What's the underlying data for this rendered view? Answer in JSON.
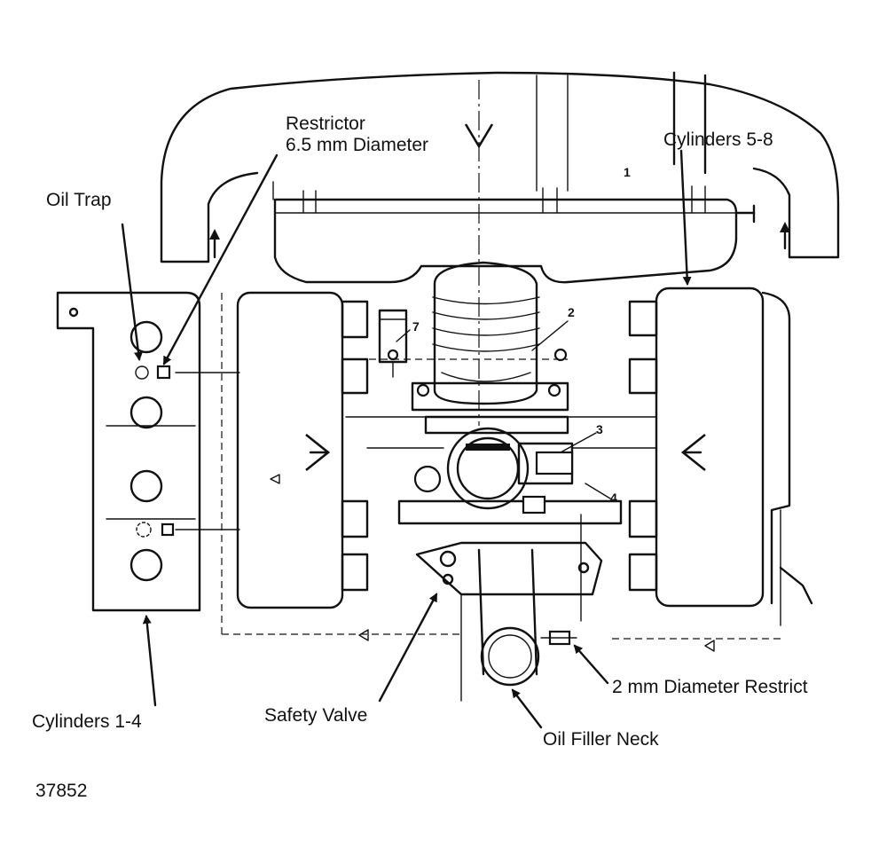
{
  "labels": {
    "restrictor_line1": "Restrictor",
    "restrictor_line2": "6.5 mm Diameter",
    "oil_trap": "Oil Trap",
    "cylinders_5_8": "Cylinders 5-8",
    "cylinders_1_4": "Cylinders 1-4",
    "safety_valve": "Safety Valve",
    "restrict_2mm": "2 mm Diameter Restrict",
    "oil_filler_neck": "Oil Filler Neck",
    "figure_number": "37852"
  },
  "callouts": {
    "c1": "1",
    "c2": "2",
    "c3": "3",
    "c4": "4",
    "c7": "7"
  }
}
